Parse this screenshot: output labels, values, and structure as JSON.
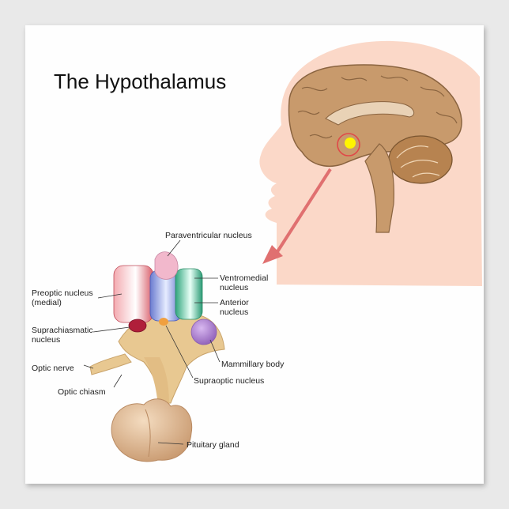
{
  "title": "The Hypothalamus",
  "labels": {
    "paraventricular": "Paraventricular nucleus",
    "preoptic_1": "Preoptic nucleus",
    "preoptic_2": "(medial)",
    "ventromedial_1": "Ventromedial",
    "ventromedial_2": "nucleus",
    "anterior_1": "Anterior",
    "anterior_2": "nucleus",
    "suprachiasmatic_1": "Suprachiasmatic",
    "suprachiasmatic_2": "nucleus",
    "optic_nerve": "Optic nerve",
    "optic_chiasm": "Optic chiasm",
    "mammillary": "Mammillary body",
    "supraoptic": "Supraoptic nucleus",
    "pituitary": "Pituitary gland"
  },
  "colors": {
    "skin": "#fbd8c8",
    "brain": "#c89a6c",
    "cerebellum": "#b78350",
    "arrow": "#e07070",
    "stalk": "#e8c891",
    "pituitary": "#e3c09a",
    "preoptic": "#e86f78",
    "anterior": "#7f8fd8",
    "ventromedial": "#3fb58c",
    "paraventricular": "#e8a8c0",
    "suprachiasmatic": "#b01f3a",
    "mammillary": "#b07fd0",
    "supraoptic": "#f0a040"
  }
}
